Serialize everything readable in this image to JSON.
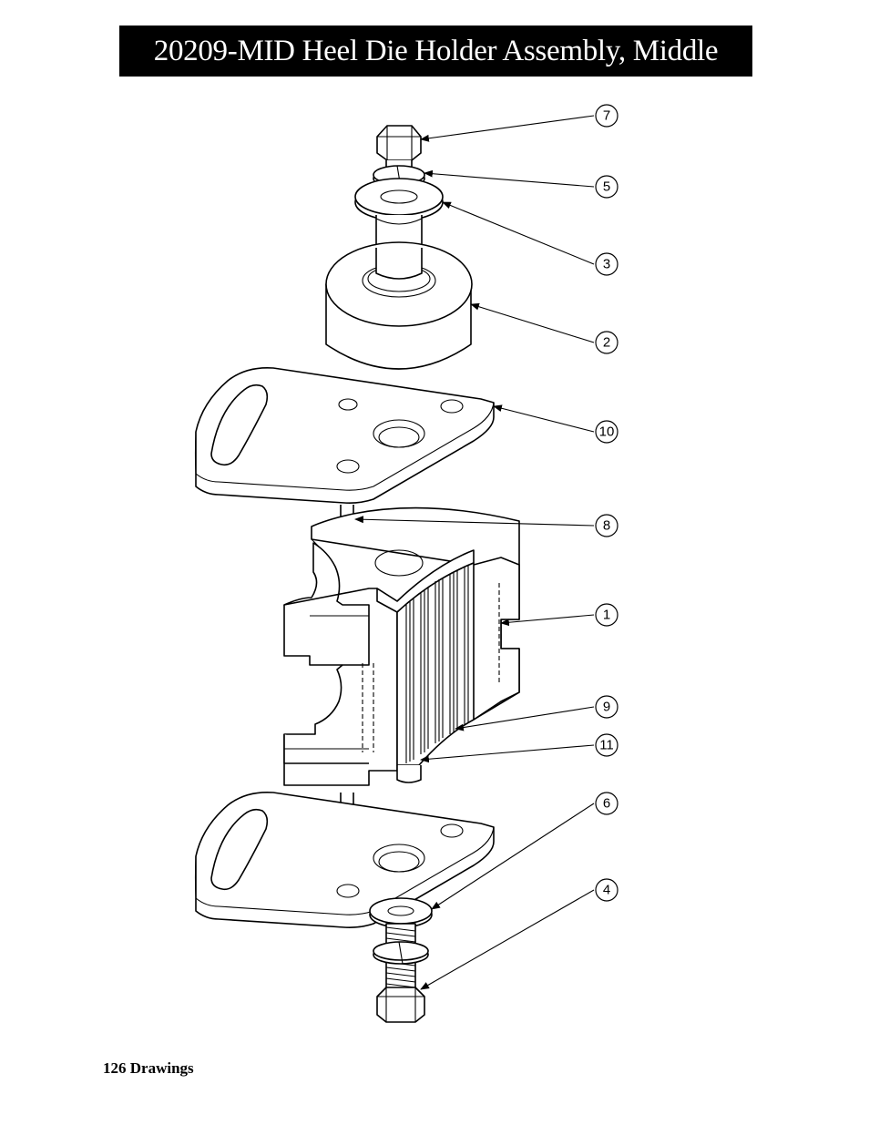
{
  "title": "20209-MID Heel Die Holder Assembly, Middle",
  "footer": "126  Drawings",
  "callouts": [
    {
      "id": "c7",
      "label": "7"
    },
    {
      "id": "c5",
      "label": "5"
    },
    {
      "id": "c3",
      "label": "3"
    },
    {
      "id": "c2",
      "label": "2"
    },
    {
      "id": "c10",
      "label": "10"
    },
    {
      "id": "c8",
      "label": "8"
    },
    {
      "id": "c1",
      "label": "1"
    },
    {
      "id": "c9",
      "label": "9"
    },
    {
      "id": "c11",
      "label": "11"
    },
    {
      "id": "c6",
      "label": "6"
    },
    {
      "id": "c4",
      "label": "4"
    }
  ]
}
